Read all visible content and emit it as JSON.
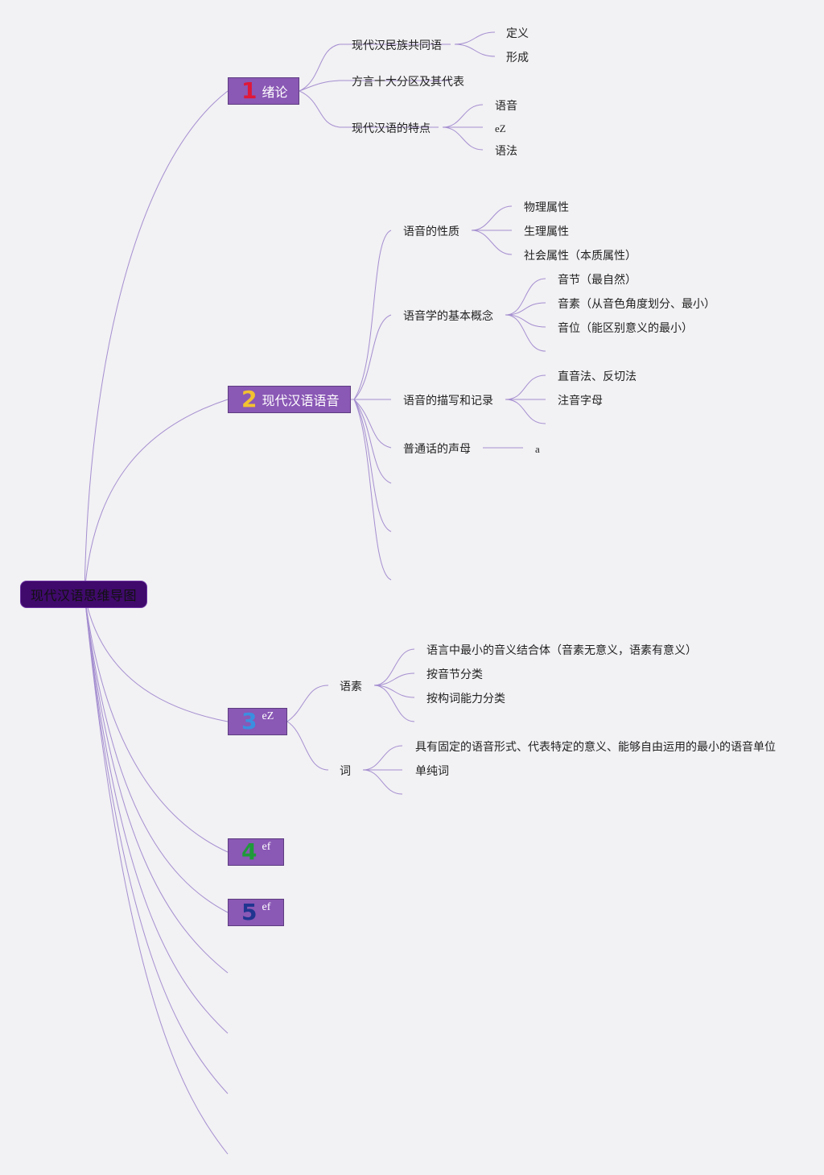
{
  "root": {
    "label": "现代汉语思维导图"
  },
  "topics": [
    {
      "number": "1",
      "label": "绪论",
      "number_color": "#e0183a",
      "children": [
        {
          "label": "现代汉民族共同语",
          "children": [
            "定义",
            "形成"
          ]
        },
        {
          "label": "方言十大分区及其代表",
          "children": []
        },
        {
          "label": "现代汉语的特点",
          "children": [
            "语音",
            "eZ",
            "语法"
          ]
        }
      ]
    },
    {
      "number": "2",
      "label": "现代汉语语音",
      "number_color": "#f2c230",
      "children": [
        {
          "label": "语音的性质",
          "children": [
            "物理属性",
            "生理属性",
            "社会属性（本质属性）"
          ]
        },
        {
          "label": "语音学的基本概念",
          "children": [
            "音节（最自然）",
            "音素（从音色角度划分、最小）",
            "音位（能区别意义的最小）"
          ]
        },
        {
          "label": "语音的描写和记录",
          "children": [
            "直音法、反切法",
            "注音字母"
          ]
        },
        {
          "label": "普通话的声母",
          "children": [
            "a"
          ]
        }
      ]
    },
    {
      "number": "3",
      "label": "eZ",
      "number_color": "#3b8fe0",
      "children": [
        {
          "label": "语素",
          "children": [
            "语言中最小的音义结合体（音素无意义，语素有意义）",
            "按音节分类",
            "按构词能力分类"
          ]
        },
        {
          "label": "词",
          "children": [
            "具有固定的语音形式、代表特定的意义、能够自由运用的最小的语音单位",
            "单纯词"
          ]
        }
      ]
    },
    {
      "number": "4",
      "label": "ef",
      "number_color": "#1f9a3a",
      "children": []
    },
    {
      "number": "5",
      "label": "ef",
      "number_color": "#1f3590",
      "children": []
    }
  ],
  "colors": {
    "line": "#a58fd0",
    "topic_fill": "#8a58b5",
    "root_fill": "#3f0a6b",
    "background": "#f2f1f4"
  }
}
